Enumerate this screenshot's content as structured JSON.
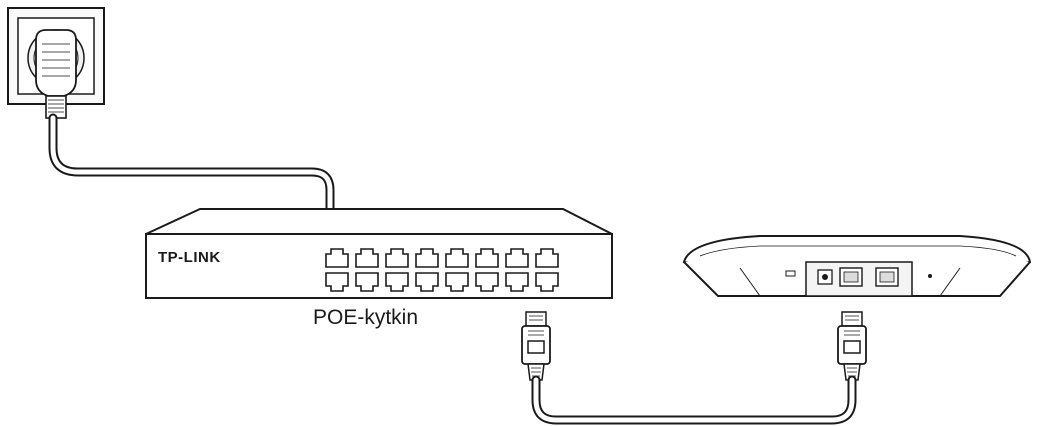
{
  "switch": {
    "brand": "TP-LINK",
    "caption": "POE-kytkin",
    "port_columns": 8,
    "port_rows": 2
  },
  "colors": {
    "line": "#1a1a1a",
    "fill": "#ffffff",
    "shade": "#e6e6e6"
  }
}
